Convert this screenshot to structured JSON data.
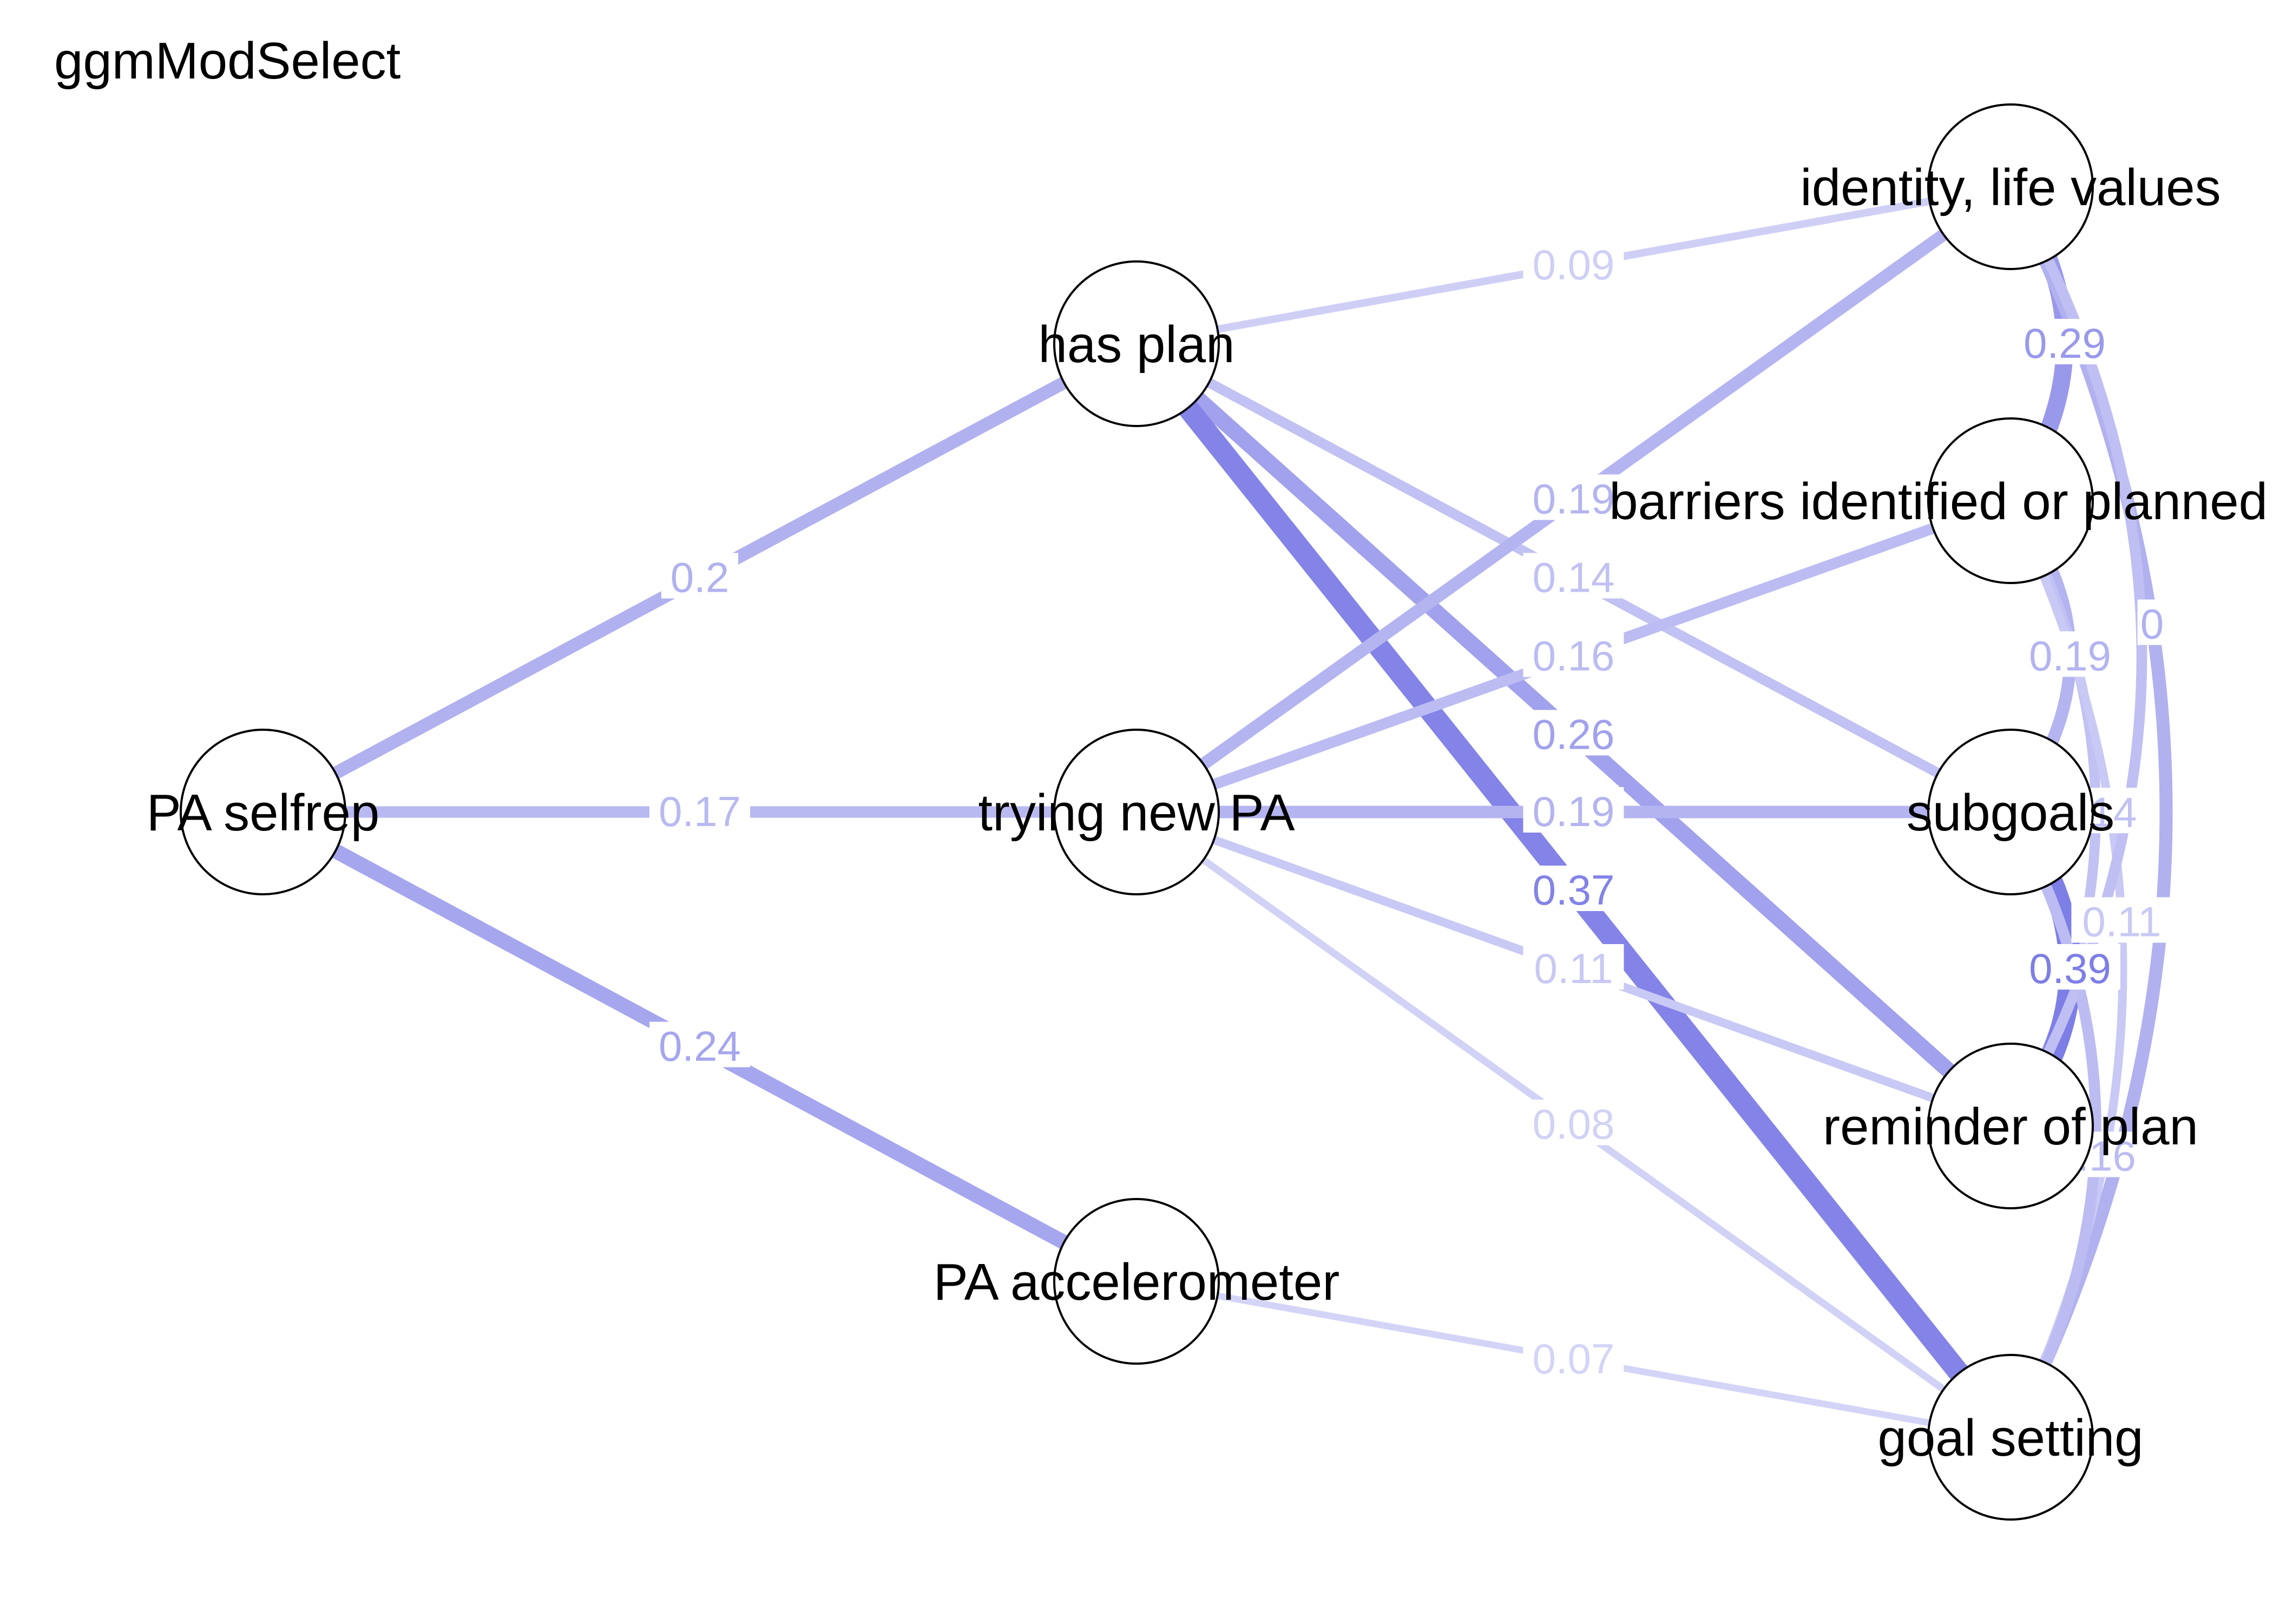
{
  "title": "ggmModSelect",
  "colors": {
    "edge_color": "#7b7be6",
    "node_fill": "#ffffff",
    "node_stroke": "#000000"
  },
  "nodes": [
    {
      "id": "selfrep",
      "label": "PA selfrep"
    },
    {
      "id": "hasplan",
      "label": "has plan"
    },
    {
      "id": "trying",
      "label": "trying new PA"
    },
    {
      "id": "accel",
      "label": "PA accelerometer"
    },
    {
      "id": "identity",
      "label": "identity, life values"
    },
    {
      "id": "barriers",
      "label": "barriers identified or planned"
    },
    {
      "id": "subgoals",
      "label": "subgoals"
    },
    {
      "id": "reminder",
      "label": "reminder of plan"
    },
    {
      "id": "goal",
      "label": "goal setting"
    }
  ],
  "edges": [
    {
      "from": "selfrep",
      "to": "hasplan",
      "weight": 0.2,
      "label": "0.2"
    },
    {
      "from": "selfrep",
      "to": "trying",
      "weight": 0.17,
      "label": "0.17"
    },
    {
      "from": "selfrep",
      "to": "accel",
      "weight": 0.24,
      "label": "0.24"
    },
    {
      "from": "hasplan",
      "to": "identity",
      "weight": 0.09,
      "label": "0.09"
    },
    {
      "from": "hasplan",
      "to": "subgoals",
      "weight": 0.14,
      "label": "0.14"
    },
    {
      "from": "hasplan",
      "to": "reminder",
      "weight": 0.26,
      "label": "0.26"
    },
    {
      "from": "hasplan",
      "to": "goal",
      "weight": 0.37,
      "label": "0.37"
    },
    {
      "from": "trying",
      "to": "identity",
      "weight": 0.19,
      "label": "0.19"
    },
    {
      "from": "trying",
      "to": "barriers",
      "weight": 0.16,
      "label": "0.16"
    },
    {
      "from": "trying",
      "to": "subgoals",
      "weight": 0.19,
      "label": "0.19"
    },
    {
      "from": "trying",
      "to": "reminder",
      "weight": 0.11,
      "label": "0.11"
    },
    {
      "from": "trying",
      "to": "goal",
      "weight": 0.08,
      "label": "0.08"
    },
    {
      "from": "accel",
      "to": "goal",
      "weight": 0.07,
      "label": "0.07"
    },
    {
      "from": "identity",
      "to": "barriers",
      "weight": 0.29,
      "label": "0.29"
    },
    {
      "from": "identity",
      "to": "goal",
      "weight": 0.2,
      "label": "0"
    },
    {
      "from": "barriers",
      "to": "subgoals",
      "weight": 0.19,
      "label": "0.19"
    },
    {
      "from": "barriers",
      "to": "reminder",
      "weight": 0.14,
      "label": "0.14"
    },
    {
      "from": "barriers",
      "to": "goal",
      "weight": 0.11,
      "label": "0.11"
    },
    {
      "from": "subgoals",
      "to": "reminder",
      "weight": 0.39,
      "label": "0.39"
    },
    {
      "from": "subgoals",
      "to": "goal",
      "weight": 0.16,
      "label": "0.16"
    },
    {
      "from": "identity",
      "to": "reminder",
      "weight": 0.15,
      "label": ""
    }
  ]
}
